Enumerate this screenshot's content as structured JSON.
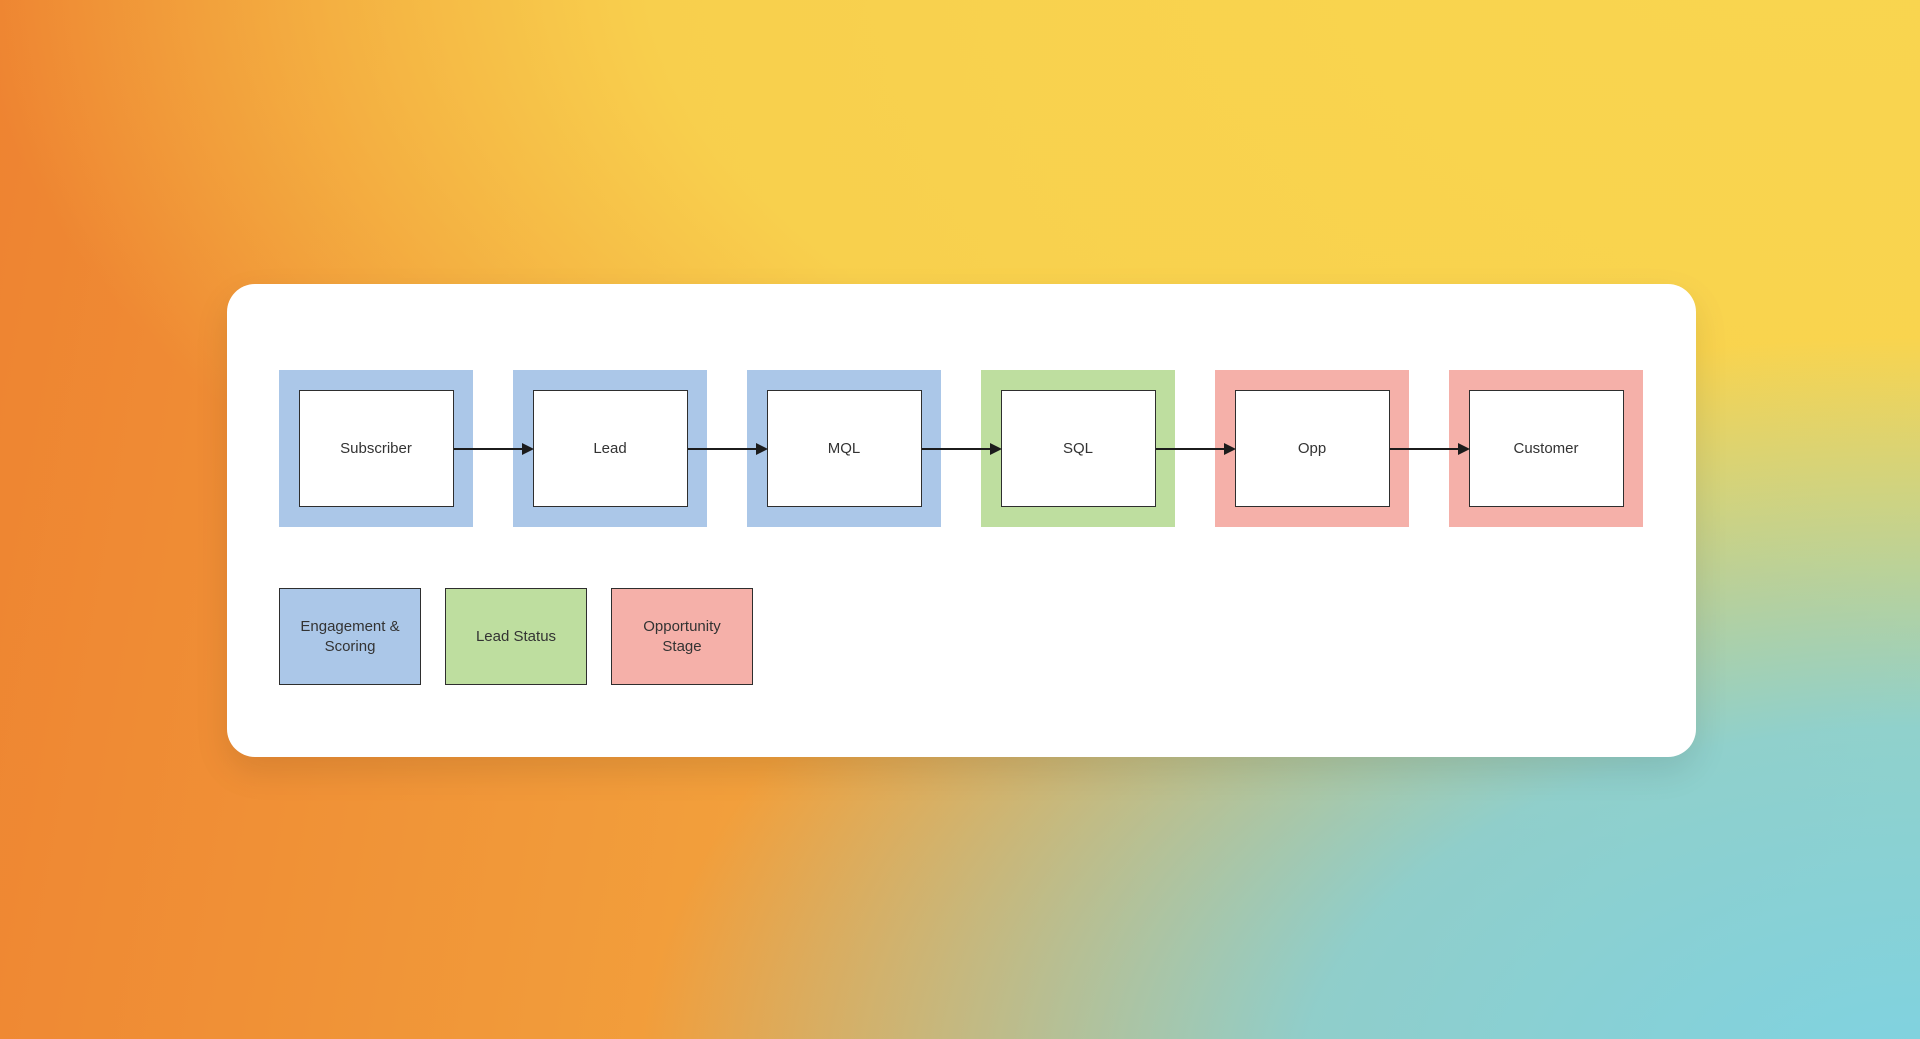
{
  "background": {
    "gradient_colors": [
      "#ee8331",
      "#f9d54f",
      "#7ed2e2"
    ]
  },
  "diagram": {
    "stages": [
      {
        "label": "Subscriber",
        "category": "engagement"
      },
      {
        "label": "Lead",
        "category": "engagement"
      },
      {
        "label": "MQL",
        "category": "engagement"
      },
      {
        "label": "SQL",
        "category": "lead_status"
      },
      {
        "label": "Opp",
        "category": "opportunity"
      },
      {
        "label": "Customer",
        "category": "opportunity"
      }
    ],
    "legend": [
      {
        "label": "Engagement & Scoring",
        "category": "engagement"
      },
      {
        "label": "Lead Status",
        "category": "lead_status"
      },
      {
        "label": "Opportunity Stage",
        "category": "opportunity"
      }
    ],
    "colors": {
      "engagement": "#abc7e8",
      "lead_status": "#bede9f",
      "opportunity": "#f5b0a9"
    }
  }
}
